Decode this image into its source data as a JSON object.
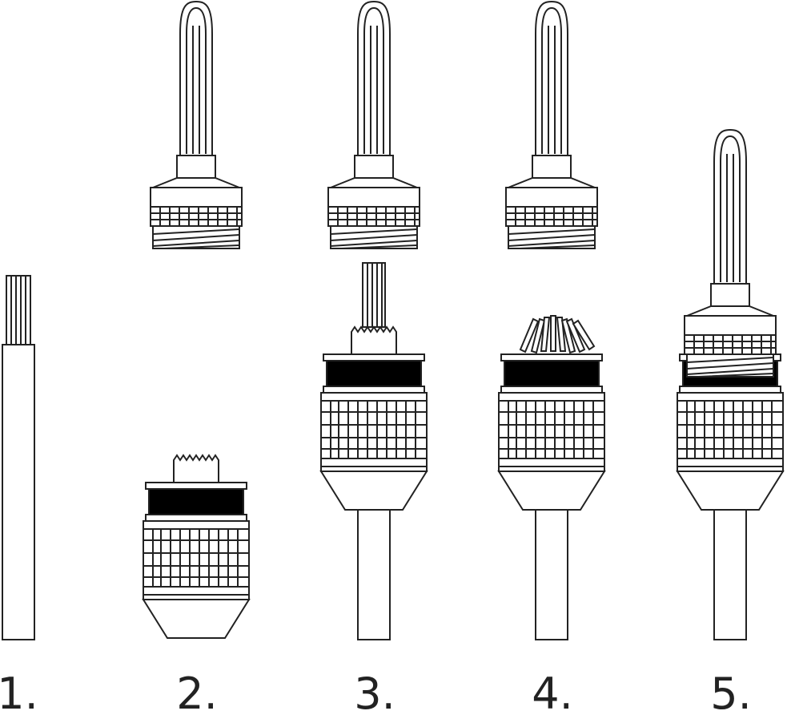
{
  "steps": [
    {
      "number": "1."
    },
    {
      "number": "2."
    },
    {
      "number": "3."
    },
    {
      "number": "4."
    },
    {
      "number": "5."
    }
  ],
  "colors": {
    "line": "#222222",
    "fill": "#ffffff",
    "band": "#000000"
  }
}
